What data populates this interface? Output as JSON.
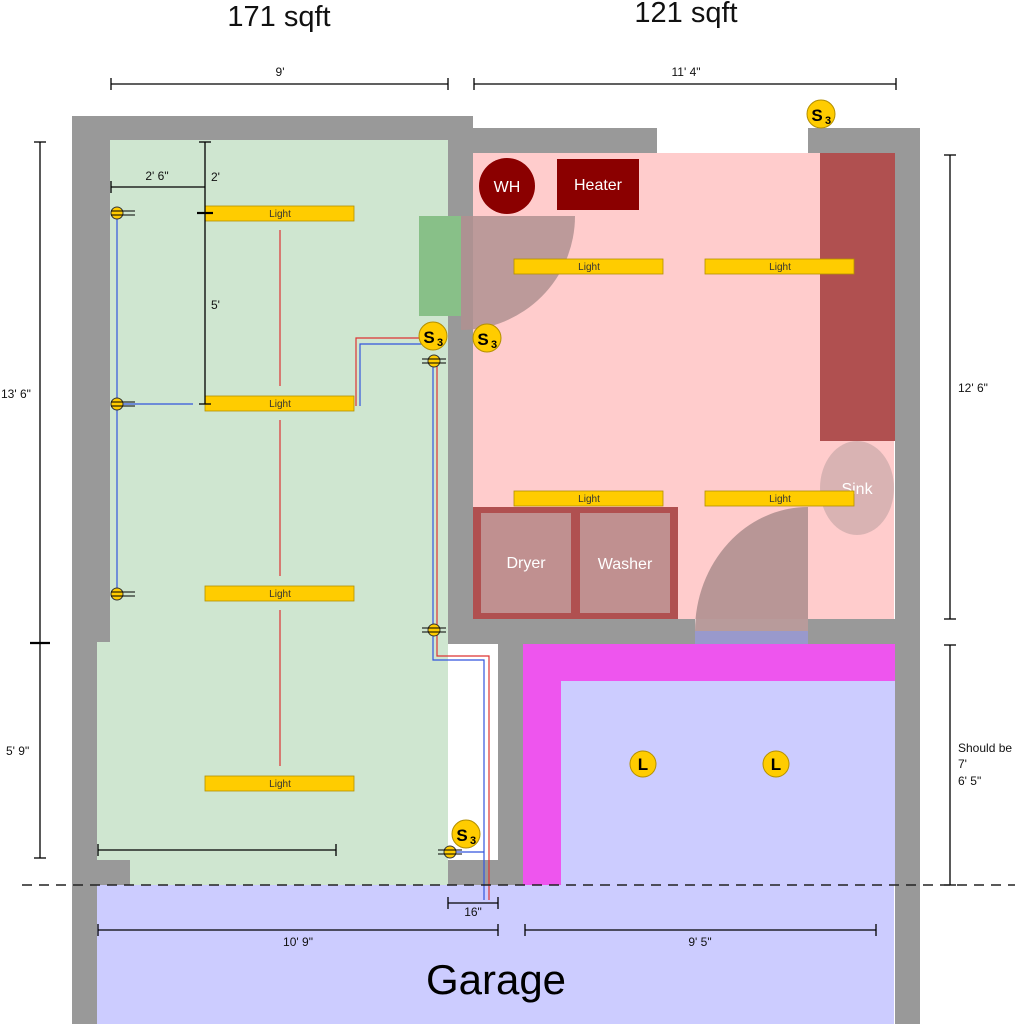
{
  "areas": {
    "left_sqft": "171 sqft",
    "right_sqft": "121 sqft",
    "garage": "Garage"
  },
  "dimensions": {
    "top_left_width": "9'",
    "top_right_width": "11' 4\"",
    "left_height_upper": "13' 6\"",
    "left_height_lower": "5' 9\"",
    "right_height_upper": "12' 6\"",
    "right_note_line1": "Should be",
    "right_note_line2": "7'",
    "right_note_line3": "6' 5\"",
    "light_offset_x": "2' 6\"",
    "light_offset_y": "2'",
    "light_spacing": "5'",
    "bottom_left_width": "10' 9\"",
    "bottom_right_width": "9' 5\"",
    "wall_gap": "16\""
  },
  "fixtures": {
    "light_label": "Light",
    "switch_symbol": "S",
    "switch_sub": "3",
    "lamp_symbol": "L"
  },
  "appliances": {
    "water_heater": "WH",
    "heater": "Heater",
    "dryer": "Dryer",
    "washer": "Washer",
    "sink": "Sink"
  },
  "colors": {
    "wall": "#999999",
    "left_room": "#cfe6d0",
    "right_room": "#ffcccc",
    "garage": "#ccccff",
    "closet_trim": "#ee55ee",
    "light_fixture": "#ffcc00",
    "appliance_dark": "#8b0000",
    "counter": "#b05050",
    "wire_hot": "#dd3333",
    "wire_switch": "#3355dd"
  }
}
